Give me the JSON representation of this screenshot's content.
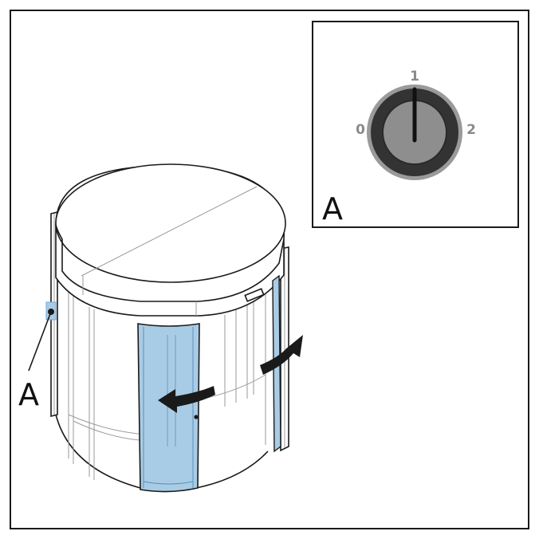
{
  "callout_label": "A",
  "detail": {
    "label": "A",
    "switch_positions": [
      "0",
      "1",
      "2"
    ]
  },
  "colors": {
    "glass_highlight": "#a9cce6",
    "line": "#1a1a1a",
    "knob_ring": "#9a9a9a",
    "knob_body": "#333333",
    "knob_face": "#8e8e8e",
    "sensor_blue": "#6fa8d8"
  },
  "icons": [
    "key-switch-icon",
    "rotation-arrow-icon"
  ]
}
